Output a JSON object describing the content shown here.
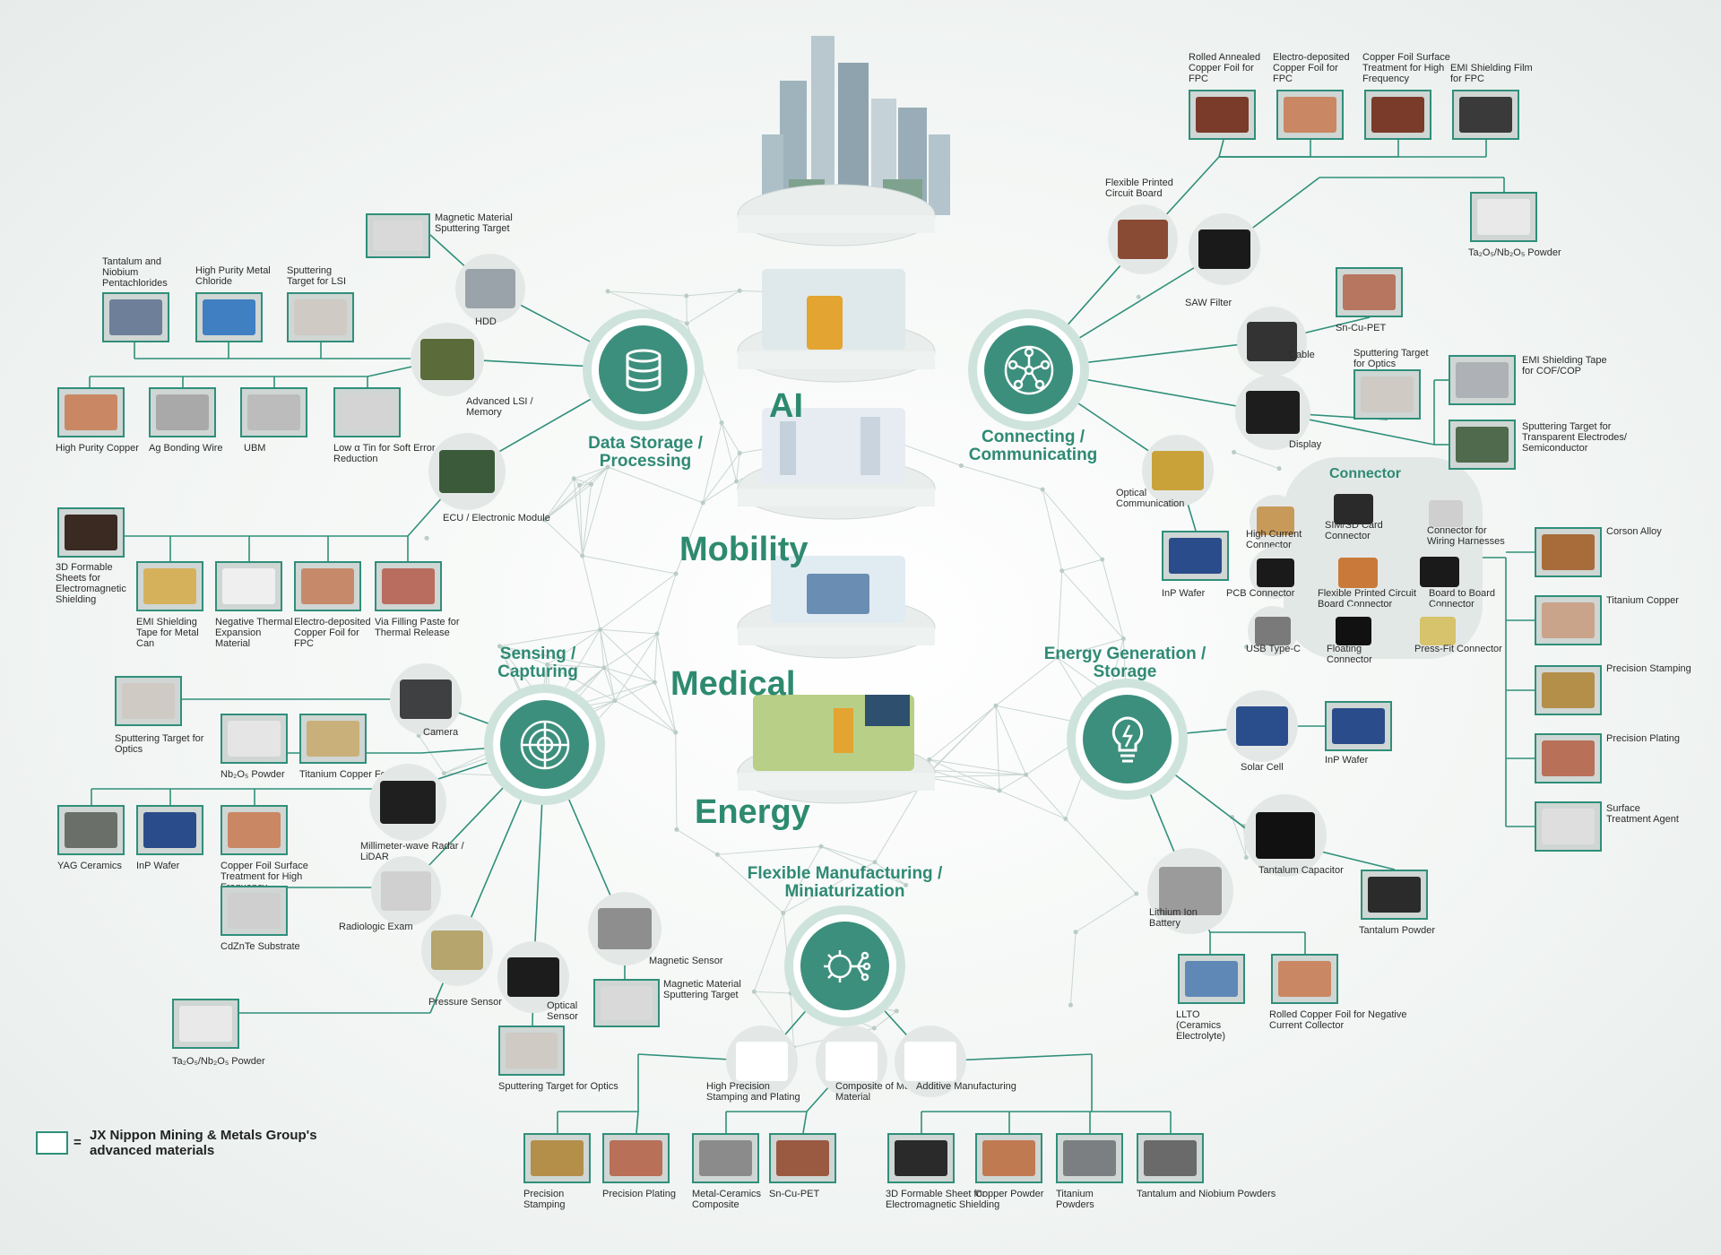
{
  "tiers": {
    "ai": "AI",
    "mobility": "Mobility",
    "medical": "Medical",
    "energy": "Energy"
  },
  "hubs": {
    "data_storage": "Data Storage / Processing",
    "connecting": "Connecting / Communicating",
    "sensing": "Sensing / Capturing",
    "energy_gen": "Energy Generation / Storage",
    "flexible": "Flexible Manufacturing / Miniaturization"
  },
  "connector_title": "Connector",
  "legend": {
    "text": "JX Nippon Mining & Metals Group's advanced materials",
    "equals": "="
  },
  "items": {
    "magnetic_target_top": "Magnetic Material Sputtering Target",
    "hdd": "HDD",
    "tantalum_niobium_penta": "Tantalum and Niobium Pentachlorides",
    "high_purity_chloride": "High Purity Metal Chloride",
    "sputtering_lsi": "Sputtering Target for LSI",
    "advanced_lsi": "Advanced LSI / Memory",
    "high_purity_copper": "High Purity Copper",
    "ag_bonding": "Ag Bonding Wire",
    "ubm": "UBM",
    "low_alpha_tin": "Low α Tin for Soft Error Reduction",
    "ecu": "ECU / Electronic Module",
    "formable_3d_left": "3D Formable Sheets for Electromagnetic Shielding",
    "emi_tape_metal": "EMI Shielding Tape for Metal Can",
    "negative_thermal": "Negative Thermal Expansion Material",
    "ed_copper_left": "Electro-deposited Copper Foil for FPC",
    "via_filling": "Via Filling Paste for Thermal Release",
    "sputter_optics_left": "Sputtering Target for Optics",
    "camera": "Camera",
    "nb2o5": "Nb₂O₅ Powder",
    "titanium_copper_foil": "Titanium Copper Foil",
    "yag": "YAG Ceramics",
    "inp_left": "InP Wafer",
    "copper_surface_left": "Copper Foil Surface Treatment for High Frequency",
    "mmwave": "Millimeter-wave Radar / LiDAR",
    "cdznte": "CdZnTe Substrate",
    "radiologic": "Radiologic Exam",
    "pressure_sensor": "Pressure Sensor",
    "optical_sensor": "Optical Sensor",
    "magnetic_sensor": "Magnetic Sensor",
    "magnetic_target_bottom": "Magnetic Material Sputtering Target",
    "ta_nb_powder_left": "Ta₂O₅/Nb₂O₅ Powder",
    "sputter_optics_bottom": "Sputtering Target for Optics",
    "rolled_annealed": "Rolled Annealed Copper Foil for FPC",
    "ed_copper_right": "Electro-deposited Copper Foil for FPC",
    "copper_surface_right": "Copper Foil Surface Treatment for High Frequency",
    "emi_film": "EMI Shielding Film for FPC",
    "fpc": "Flexible Printed Circuit Board",
    "ta_nb_powder_right": "Ta₂O₅/Nb₂O₅ Powder",
    "saw_filter": "SAW Filter",
    "sn_cu_pet_right": "Sn-Cu-PET",
    "cable": "Cable",
    "sputter_optics_right": "Sputtering Target for Optics",
    "emi_tape_cof": "EMI Shielding Tape for COF/COP",
    "display": "Display",
    "sputter_transparent": "Sputtering Target for Transparent Electrodes/ Semiconductor",
    "optical_comm": "Optical Communication",
    "inp_right": "InP Wafer",
    "high_current": "High Current Connector",
    "sim_sd": "SIM/SD Card Connector",
    "wiring_harness": "Connector for Wiring Harnesses",
    "pcb_connector": "PCB Connector",
    "fpc_connector": "Flexible Printed Circuit Board Connector",
    "board_to_board": "Board to Board Connector",
    "usb_c": "USB Type-C",
    "floating": "Floating Connector",
    "press_fit": "Press-Fit Connector",
    "corson": "Corson Alloy",
    "titanium_copper": "Titanium Copper",
    "precision_stamping_right": "Precision Stamping",
    "precision_plating_right": "Precision Plating",
    "surface_treatment": "Surface Treatment Agent",
    "solar": "Solar Cell",
    "inp_energy": "InP Wafer",
    "tantalum_capacitor": "Tantalum Capacitor",
    "lithium_battery": "Lithium Ion Battery",
    "tantalum_powder": "Tantalum Powder",
    "llto": "LLTO (Ceramics Electrolyte)",
    "rolled_negative": "Rolled Copper Foil for Negative Current Collector",
    "high_precision": "High Precision Stamping and Plating",
    "composite_multi": "Composite of Multi Material",
    "additive": "Additive Manufacturing",
    "precision_stamping_bottom": "Precision Stamping",
    "precision_plating_bottom": "Precision Plating",
    "metal_ceramics": "Metal-Ceramics Composite",
    "sn_cu_pet_bottom": "Sn-Cu-PET",
    "formable_3d_bottom": "3D Formable Sheet for Electromagnetic Shielding",
    "copper_powder": "Copper Powder",
    "titanium_powders": "Titanium Powders",
    "ta_nb_powders": "Tantalum and Niobium Powders"
  },
  "colors": {
    "accent": "#2f8f7a",
    "hub": "#3d8f7d",
    "tier_text": "#2d8a6f"
  }
}
